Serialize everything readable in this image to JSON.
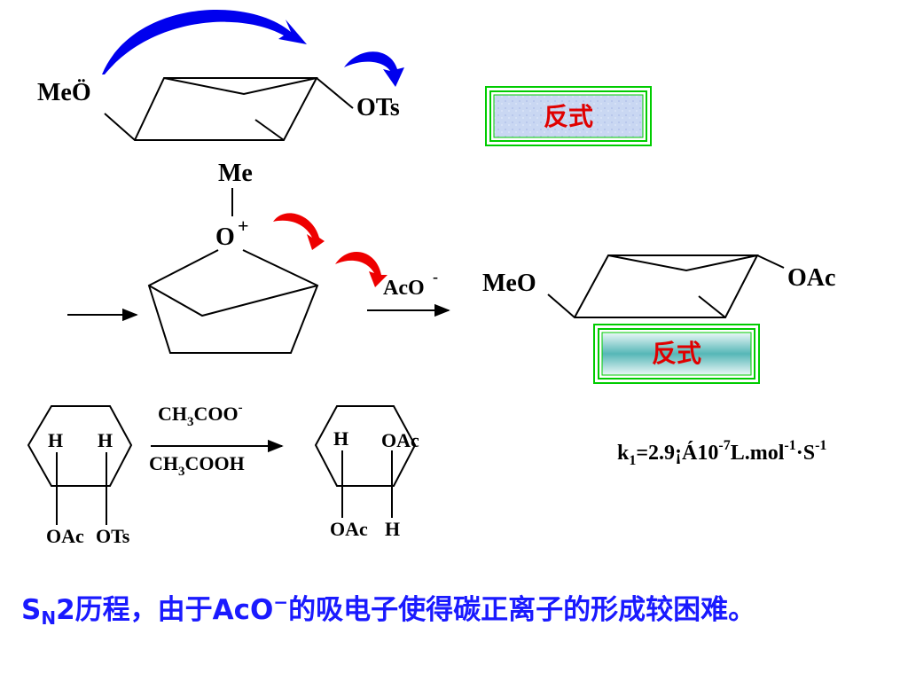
{
  "reaction1": {
    "reactant_left_group": "MeÖ",
    "reactant_right_group": "OTs",
    "oxonium_methyl": "Me",
    "oxonium_atom": "O",
    "oxonium_charge": "+",
    "nucleophile": "AcO",
    "nucleophile_charge": "-",
    "product_left_group": "MeO",
    "product_right_group": "OAc",
    "label_top": "反式",
    "label_bottom": "反式",
    "label_color": "#e00000",
    "arrow_blue": "#0000ee",
    "arrow_red": "#ee0000"
  },
  "reaction2": {
    "reagent_top": {
      "base": "CH",
      "sub1": "3",
      "mid": "COO",
      "sup": "-"
    },
    "reagent_bottom": {
      "base": "CH",
      "sub1": "3",
      "mid": "COOH"
    },
    "reactant_h_left": "H",
    "reactant_h_right": "H",
    "reactant_sub_left": "OAc",
    "reactant_sub_right": "OTs",
    "product_top_left": "H",
    "product_top_right": "OAc",
    "product_bottom_left": "OAc",
    "product_bottom_right": "H"
  },
  "rate_constant": {
    "k": "k",
    "k_sub": "1",
    "value": "=2.9¡Á10",
    "exp": "-7",
    "units_a": "L.mol",
    "units_a_exp": "-1",
    "dot": "·",
    "units_b": "S",
    "units_b_exp": "-1"
  },
  "caption": {
    "s": "S",
    "s_sub": "N",
    "text1": "2历程，由于AcO",
    "sup": "−",
    "text2": "的吸电子使得碳正离子的形成较困难。",
    "color": "#1a1aff"
  }
}
